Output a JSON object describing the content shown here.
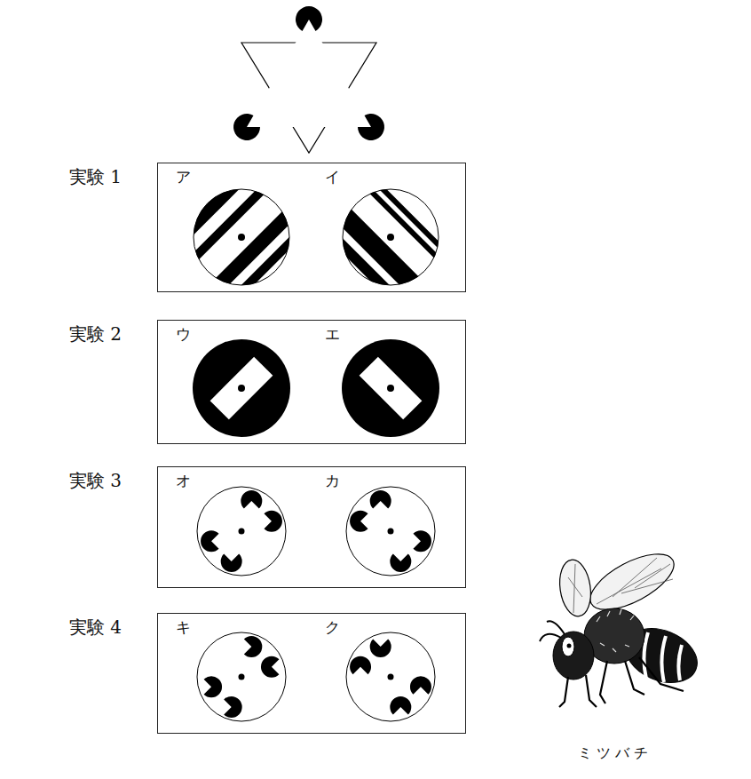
{
  "diagram": {
    "nodes": [
      {
        "text": [
          "実験 1",
          "ア",
          "イ"
        ]
      },
      {
        "text": [
          "実験 2",
          "ウ",
          "エ"
        ]
      },
      {
        "text": [
          "実験 3",
          "オ",
          "カ"
        ]
      },
      {
        "text": [
          "実験 4",
          "キ",
          "ク"
        ]
      }
    ],
    "labels": [
      "ミツバチ"
    ]
  }
}
